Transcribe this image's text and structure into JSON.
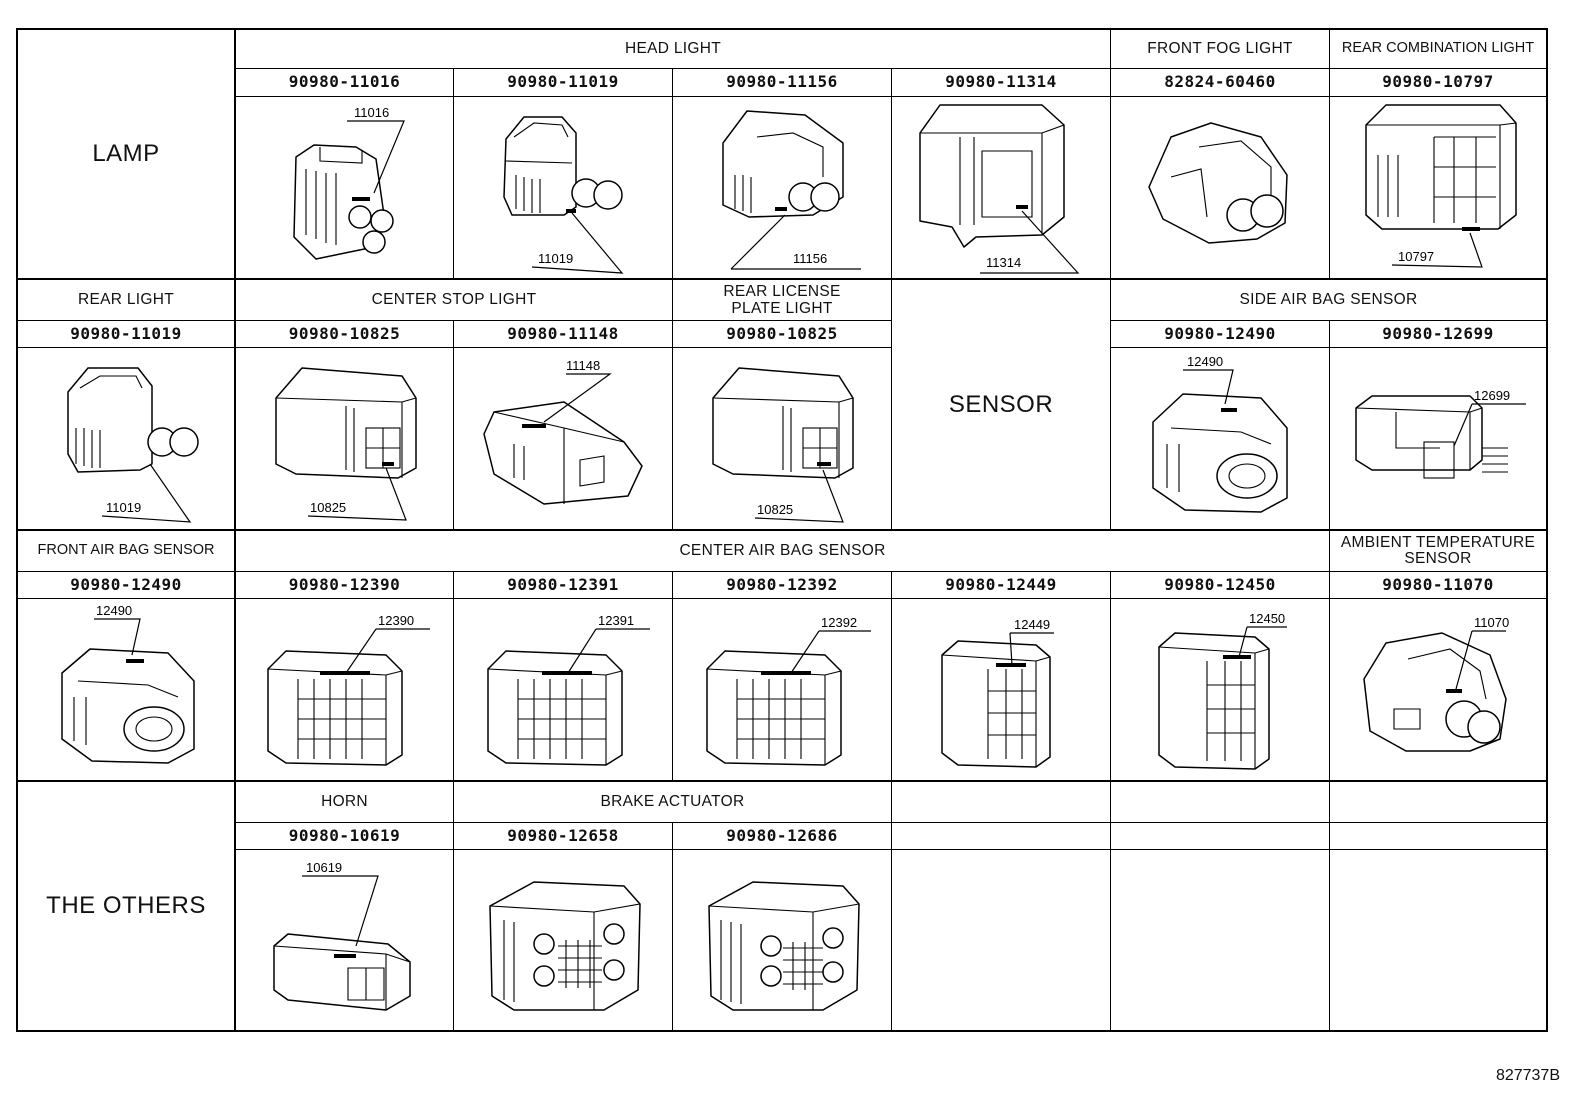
{
  "categories": {
    "lamp": "LAMP",
    "sensor": "SENSOR",
    "others": "THE OTHERS"
  },
  "sections": {
    "head_light": "HEAD LIGHT",
    "front_fog_light": "FRONT FOG LIGHT",
    "rear_combination_light": "REAR COMBINATION LIGHT",
    "rear_light": "REAR LIGHT",
    "center_stop_light": "CENTER STOP LIGHT",
    "rear_license_plate_light_1": "REAR LICENSE",
    "rear_license_plate_light_2": "PLATE LIGHT",
    "side_air_bag_sensor": "SIDE AIR BAG SENSOR",
    "front_air_bag_sensor": "FRONT AIR BAG SENSOR",
    "center_air_bag_sensor": "CENTER AIR BAG SENSOR",
    "ambient_temperature_sensor_1": "AMBIENT TEMPERATURE",
    "ambient_temperature_sensor_2": "SENSOR",
    "horn": "HORN",
    "brake_actuator": "BRAKE ACTUATOR"
  },
  "parts": {
    "r1": [
      "90980-11016",
      "90980-11019",
      "90980-11156",
      "90980-11314",
      "82824-60460",
      "90980-10797"
    ],
    "r2": [
      "90980-11019",
      "90980-10825",
      "90980-11148",
      "90980-10825",
      "90980-12490",
      "90980-12699"
    ],
    "r3": [
      "90980-12490",
      "90980-12390",
      "90980-12391",
      "90980-12392",
      "90980-12449",
      "90980-12450",
      "90980-11070"
    ],
    "r4": [
      "90980-10619",
      "90980-12658",
      "90980-12686"
    ]
  },
  "callouts": {
    "r1": [
      "11016",
      "11019",
      "11156",
      "11314",
      "10797"
    ],
    "r2": [
      "11019",
      "10825",
      "11148",
      "10825",
      "12490",
      "12699"
    ],
    "r3": [
      "12490",
      "12390",
      "12391",
      "12392",
      "12449",
      "12450",
      "11070"
    ],
    "r4": [
      "10619"
    ]
  },
  "figure_code": "827737B"
}
